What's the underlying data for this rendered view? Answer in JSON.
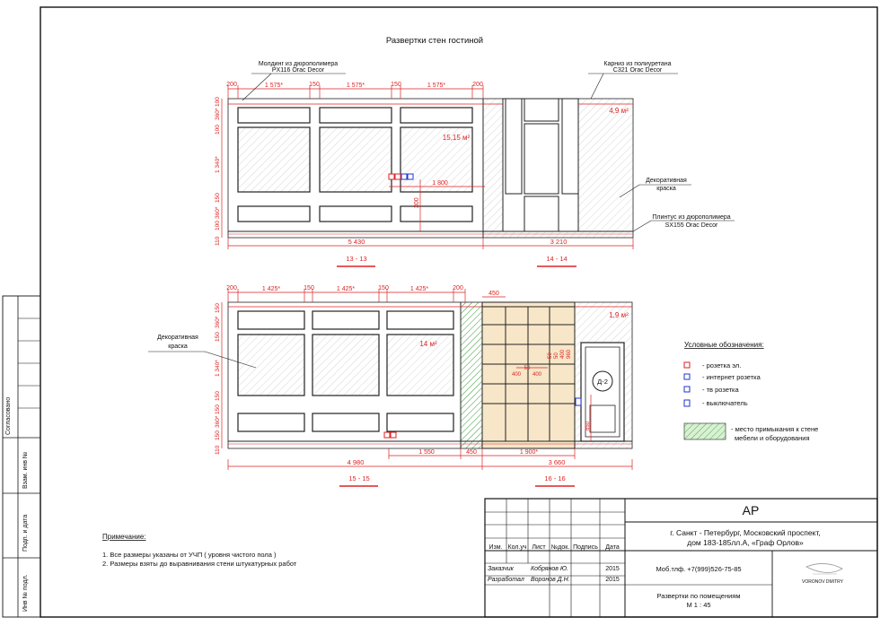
{
  "title": "Развертки стен гостиной",
  "upper": {
    "callout_molding": [
      "Молдинг из дюрополимера",
      "PX116 Orac Decor"
    ],
    "callout_cornice": [
      "Карниз из полиуретана",
      "C321 Orac Decor"
    ],
    "callout_paint": [
      "Декоративная",
      "краска"
    ],
    "callout_plinth": [
      "Плинтус из дюрополимера",
      "SX155 Orac Decor"
    ],
    "top_dims": [
      "200",
      "1 575*",
      "150",
      "1 575*",
      "150",
      "1 575*",
      "200"
    ],
    "left_dims": [
      "100",
      "360*",
      "100",
      "1 340*",
      "150",
      "360*",
      "100",
      "110"
    ],
    "area_main": "15,15 м²",
    "area_right": "4,9 м²",
    "dim_1800": "1 800",
    "dim_300": "300",
    "total_left": "5 430",
    "total_right": "3 210",
    "section_left": "13 - 13",
    "section_right": "14 - 14"
  },
  "lower": {
    "callout_paint": [
      "Декоративная",
      "краска"
    ],
    "top_dims": [
      "200",
      "1 425*",
      "150",
      "1 425*",
      "150",
      "1 425*",
      "200"
    ],
    "shelf_dim": "450",
    "left_dims": [
      "150",
      "360*",
      "150",
      "1 340*",
      "150",
      "150",
      "360*",
      "150",
      "110"
    ],
    "area_main": "14 м²",
    "area_right": "1,9 м²",
    "door_label": "Д-2",
    "shelf_inner": [
      "50",
      "400",
      "400",
      "50",
      "50",
      "400",
      "960"
    ],
    "dim_850": "850",
    "bottom_dims": [
      "1 550",
      "450",
      "1 900*"
    ],
    "total_left": "4 980",
    "total_right": "3 660",
    "section_left": "15 - 15",
    "section_right": "16 - 16"
  },
  "legend": {
    "title": "Условные обозначения:",
    "items": [
      {
        "label": "- розетка эл.",
        "color": "#d22222"
      },
      {
        "label": "- интернет розетка",
        "color": "#2233cc"
      },
      {
        "label": "- тв розетка",
        "color": "#2233cc"
      },
      {
        "label": "- выключатель",
        "color": "#2233cc"
      }
    ],
    "hatch_label": [
      "- место примыкания к стене",
      "мебели и оборудования"
    ]
  },
  "notes": {
    "title": "Примечание:",
    "lines": [
      "1. Все размеры указаны от УЧП ( уровня чистого пола )",
      "2. Размеры взяты до выравнивания стени штукатурных работ"
    ]
  },
  "side_stamp": [
    "Согласовано",
    "Взам. инв №",
    "Подп. и дата",
    "Инв № подл."
  ],
  "title_block": {
    "code": "АР",
    "address": [
      "г. Санкт - Петербург, Московский проспект,",
      "дом 183-185лл.А, «Граф Орлов»"
    ],
    "headers": [
      "Изм.",
      "Кол.уч",
      "Лист",
      "№док.",
      "Подпись",
      "Дата"
    ],
    "rows": [
      {
        "role": "Заказчик",
        "name": "Кобрянов Ю.",
        "date": "2015"
      },
      {
        "role": "Разработал",
        "name": "Воронов Д.Н.",
        "date": "2015"
      }
    ],
    "phone": "Моб.тлф. +7(999)526-75-85",
    "sheet_title": "Развертки по помещениям",
    "scale": "М 1 : 45",
    "logo": "VORONOV DMITRY"
  }
}
